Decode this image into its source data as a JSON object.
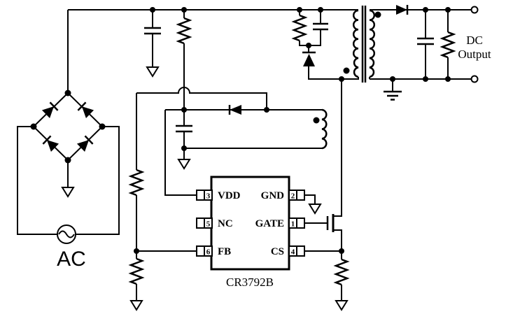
{
  "schematic": {
    "background": "#ffffff",
    "line_color": "#000000",
    "labels": {
      "ac": "AC",
      "dc_line1": "DC",
      "dc_line2": "Output",
      "ic_part": "CR3792B"
    },
    "ic": {
      "fill": "#F09A6C",
      "pins_left": [
        {
          "number": "3",
          "label": "VDD"
        },
        {
          "number": "5",
          "label": "NC"
        },
        {
          "number": "6",
          "label": "FB"
        }
      ],
      "pins_right": [
        {
          "number": "2",
          "label": "GND"
        },
        {
          "number": "1",
          "label": "GATE"
        },
        {
          "number": "4",
          "label": "CS"
        }
      ]
    }
  }
}
